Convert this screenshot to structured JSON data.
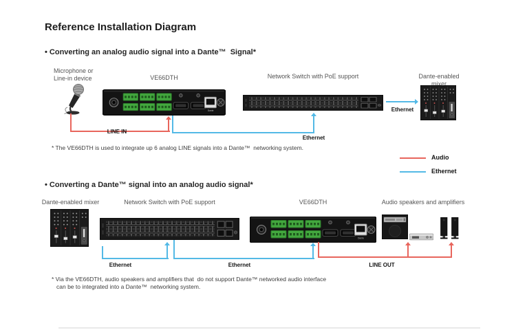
{
  "page": {
    "title": "Reference Installation Diagram"
  },
  "legend": {
    "audio": {
      "label": "Audio",
      "color": "#e8655c"
    },
    "ethernet": {
      "label": "Ethernet",
      "color": "#53b9e6"
    }
  },
  "section1": {
    "heading": "• Converting an analog audio signal into a Dante™  Signal*",
    "source_label_line1": "Microphone or",
    "source_label_line2": "Line-in device",
    "ve66dth_label": "VE66DTH",
    "switch_label": "Network Switch with PoE support",
    "mixer_label": "Dante-enabled mixer",
    "line_in_label": "LINE IN",
    "ethernet_label_1": "Ethernet",
    "ethernet_label_2": "Ethernet",
    "footnote": "* The VE66DTH is used to integrate up 6 analog LINE signals into a Dante™  networking system."
  },
  "section2": {
    "heading": "• Converting a Dante™ signal into an analog audio signal*",
    "mixer_label": "Dante-enabled mixer",
    "switch_label": "Network Switch with PoE support",
    "ve66dth_label": "VE66DTH",
    "speakers_label": "Audio speakers and amplifiers",
    "ethernet_label_1": "Ethernet",
    "ethernet_label_2": "Ethernet",
    "line_out_label": "LINE OUT",
    "footnote_line1": "* Via the VE66DTH, audio speakers and amplifiers that  do not support Dante™ networked audio interface",
    "footnote_line2": "can be to integrated into a Dante™  networking system."
  },
  "device_ports": {
    "dante_port_label": "Dante"
  }
}
